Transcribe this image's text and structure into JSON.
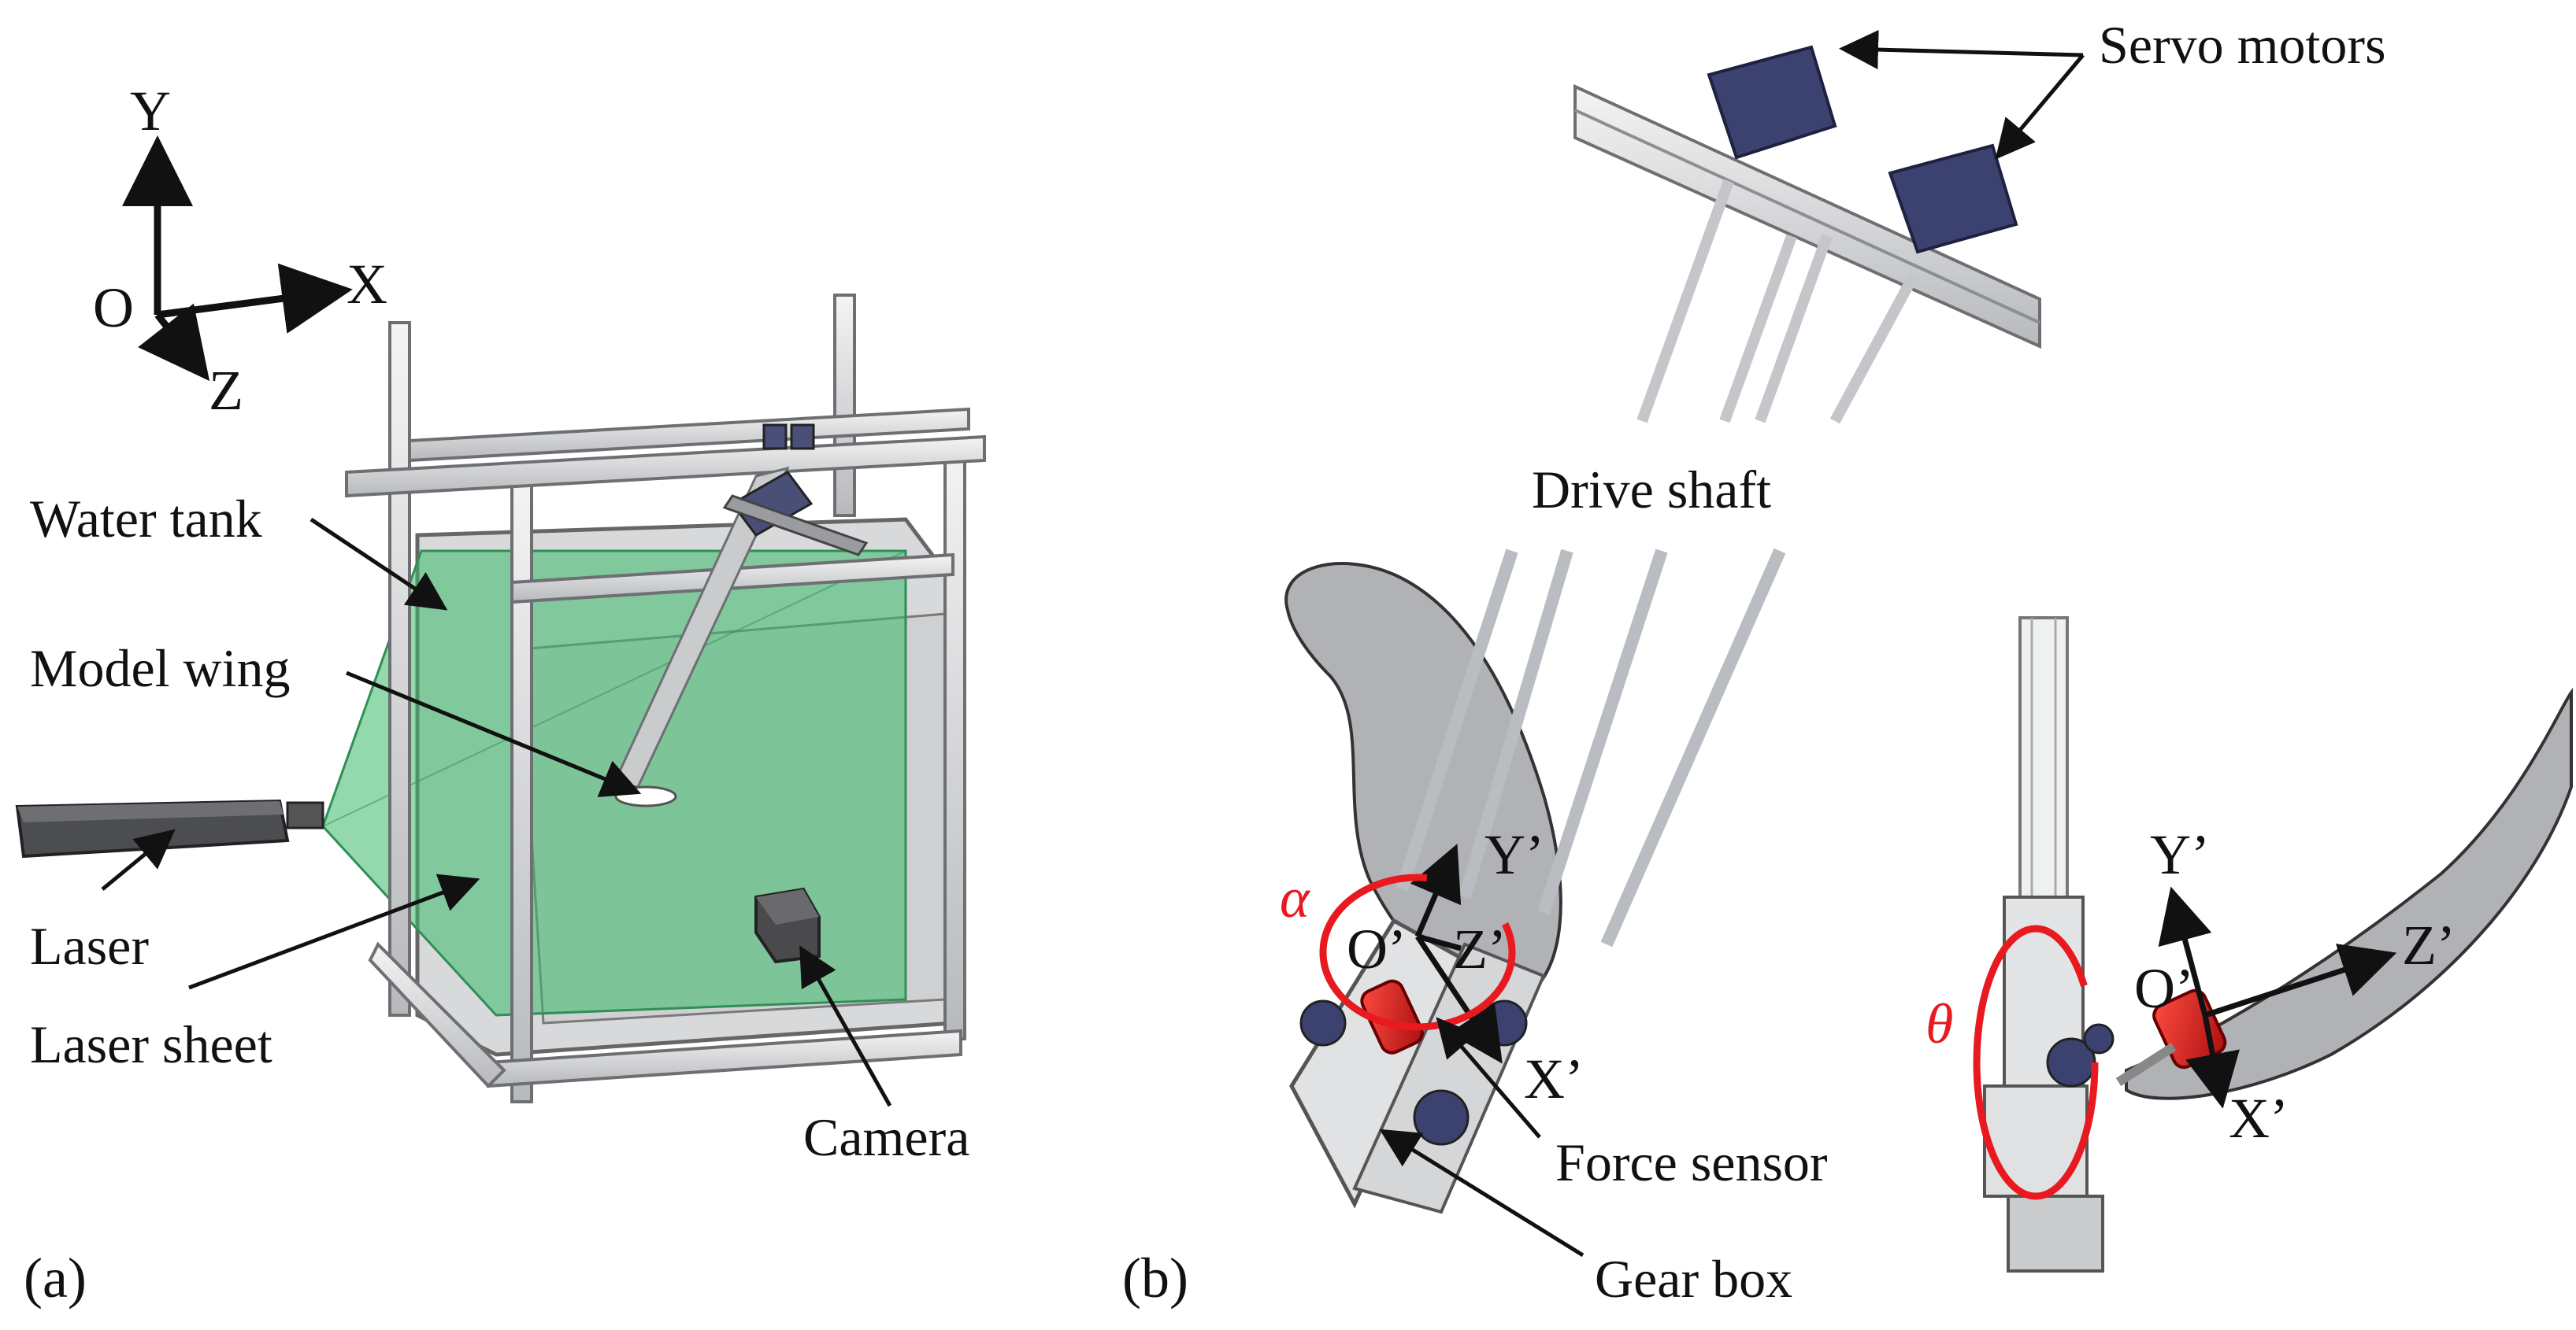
{
  "axes_a": {
    "y": "Y",
    "x": "X",
    "o": "O",
    "z": "Z"
  },
  "panel_a": {
    "tag": "(a)",
    "labels": {
      "water_tank": "Water tank",
      "model_wing": "Model wing",
      "laser": "Laser",
      "laser_sheet": "Laser sheet",
      "camera": "Camera"
    }
  },
  "panel_b": {
    "tag": "(b)",
    "labels": {
      "servo_motors": "Servo motors",
      "drive_shaft": "Drive shaft",
      "force_sensor": "Force sensor",
      "gear_box": "Gear box"
    },
    "local_axes_left": {
      "y": "Y’",
      "o": "O’",
      "z": "Z’",
      "x": "X’",
      "angle": "α"
    },
    "local_axes_right": {
      "y": "Y’",
      "o": "O’",
      "z": "Z’",
      "x": "X’",
      "angle": "θ"
    }
  },
  "colors": {
    "laser_green": "#3cb96a",
    "highlight_red": "#e8191f",
    "servo_navy": "#3c4270",
    "frame_gray": "#b9bcc0",
    "wing_gray": "#8f9296"
  }
}
